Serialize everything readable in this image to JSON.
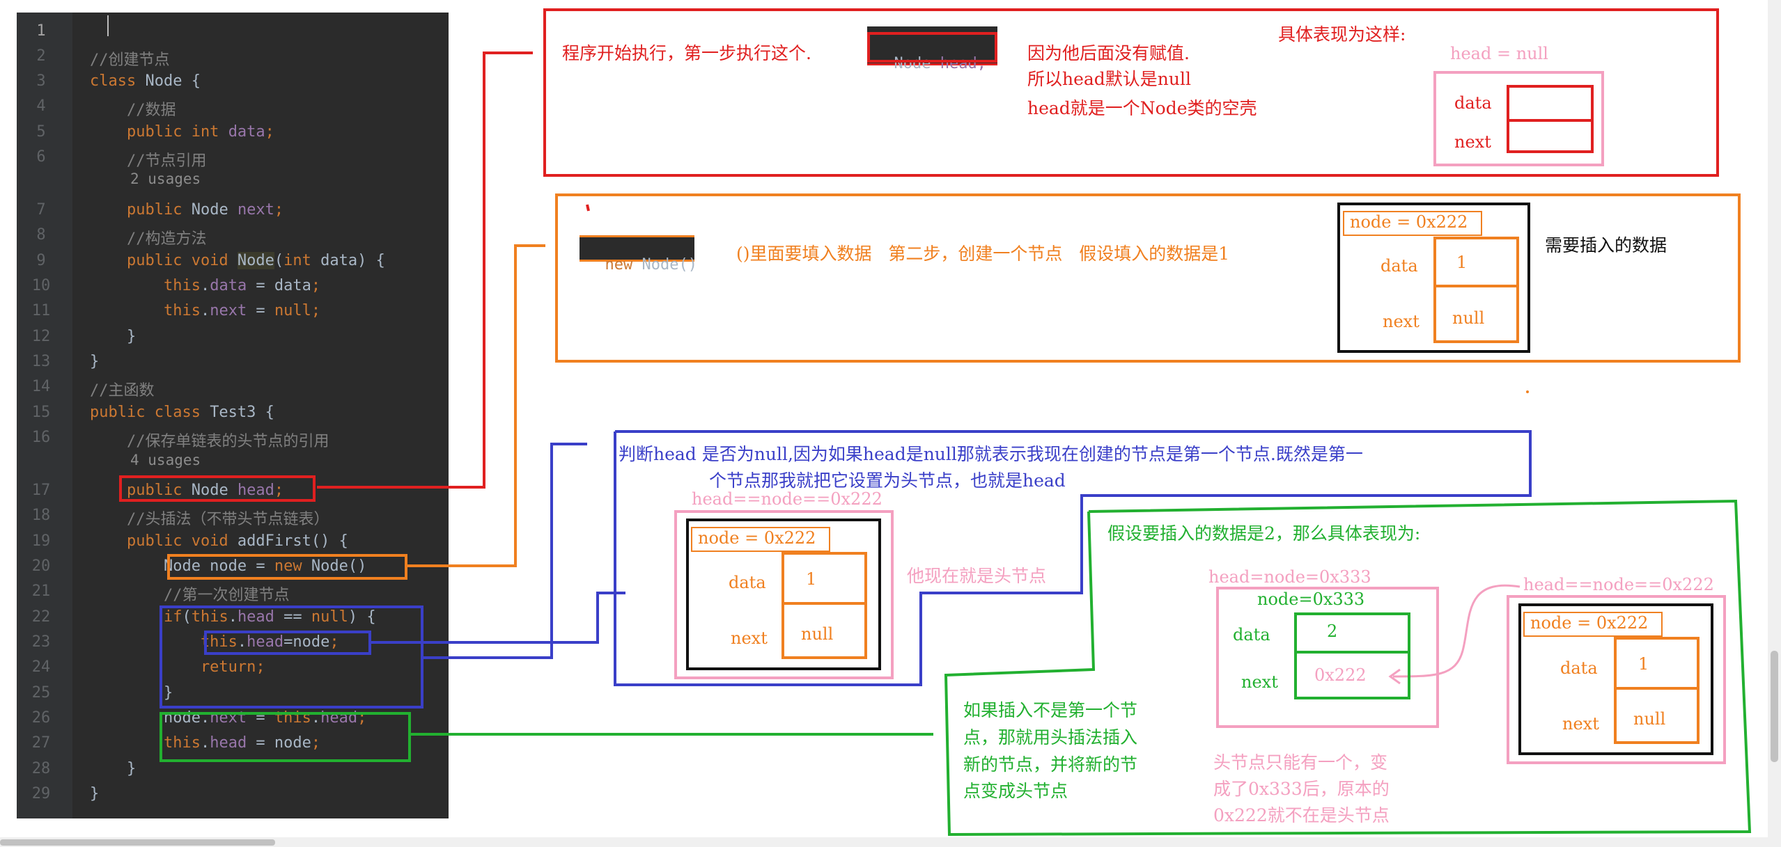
{
  "code_lines": [
    {
      "n": "1",
      "segs": []
    },
    {
      "n": "2",
      "segs": [
        {
          "t": "//创建节点",
          "c": "cm"
        }
      ]
    },
    {
      "n": "3",
      "segs": [
        {
          "t": "class ",
          "c": "kw"
        },
        {
          "t": "Node {",
          "c": ""
        }
      ]
    },
    {
      "n": "4",
      "segs": [
        {
          "t": "    //数据",
          "c": "cm"
        }
      ]
    },
    {
      "n": "5",
      "segs": [
        {
          "t": "    public int ",
          "c": "kw"
        },
        {
          "t": "data",
          "c": "fd"
        },
        {
          "t": ";",
          "c": "kw"
        }
      ]
    },
    {
      "n": "6",
      "segs": [
        {
          "t": "    //节点引用",
          "c": "cm"
        }
      ]
    },
    {
      "n": "7",
      "segs": [
        {
          "t": "    public ",
          "c": "kw"
        },
        {
          "t": "Node ",
          "c": ""
        },
        {
          "t": "next",
          "c": "fd"
        },
        {
          "t": ";",
          "c": "kw"
        }
      ]
    },
    {
      "n": "8",
      "segs": [
        {
          "t": "    //构造方法",
          "c": "cm"
        }
      ]
    },
    {
      "n": "9",
      "segs": [
        {
          "t": "    public void ",
          "c": "kw"
        },
        {
          "t": "Node",
          "c": "hl"
        },
        {
          "t": "(",
          "c": ""
        },
        {
          "t": "int ",
          "c": "kw"
        },
        {
          "t": "data) {",
          "c": ""
        }
      ]
    },
    {
      "n": "10",
      "segs": [
        {
          "t": "        this",
          "c": "kw"
        },
        {
          "t": ".",
          "c": ""
        },
        {
          "t": "data",
          "c": "fd"
        },
        {
          "t": " = data",
          "c": ""
        },
        {
          "t": ";",
          "c": "kw"
        }
      ]
    },
    {
      "n": "11",
      "segs": [
        {
          "t": "        this",
          "c": "kw"
        },
        {
          "t": ".",
          "c": ""
        },
        {
          "t": "next",
          "c": "fd"
        },
        {
          "t": " = ",
          "c": ""
        },
        {
          "t": "null",
          "c": "kw"
        },
        {
          "t": ";",
          "c": "kw"
        }
      ]
    },
    {
      "n": "12",
      "segs": [
        {
          "t": "    }",
          "c": ""
        }
      ]
    },
    {
      "n": "13",
      "segs": [
        {
          "t": "}",
          "c": ""
        }
      ]
    },
    {
      "n": "14",
      "segs": [
        {
          "t": "//主函数",
          "c": "cm"
        }
      ]
    },
    {
      "n": "15",
      "segs": [
        {
          "t": "public class ",
          "c": "kw"
        },
        {
          "t": "Test3 {",
          "c": ""
        }
      ]
    },
    {
      "n": "16",
      "segs": [
        {
          "t": "    //保存单链表的头节点的引用",
          "c": "cm"
        }
      ]
    },
    {
      "n": "17",
      "segs": [
        {
          "t": "    public ",
          "c": "kw"
        },
        {
          "t": "Node ",
          "c": ""
        },
        {
          "t": "head",
          "c": "fd"
        },
        {
          "t": ";",
          "c": "kw"
        }
      ]
    },
    {
      "n": "18",
      "segs": [
        {
          "t": "    //头插法（不带头节点链表）",
          "c": "cm"
        }
      ]
    },
    {
      "n": "19",
      "segs": [
        {
          "t": "    public void ",
          "c": "kw"
        },
        {
          "t": "addFirst() {",
          "c": ""
        }
      ]
    },
    {
      "n": "20",
      "segs": [
        {
          "t": "        Node node = ",
          "c": ""
        },
        {
          "t": "new ",
          "c": "kw"
        },
        {
          "t": "Node()",
          "c": ""
        }
      ]
    },
    {
      "n": "21",
      "segs": [
        {
          "t": "        //第一次创建节点",
          "c": "cm"
        }
      ]
    },
    {
      "n": "22",
      "segs": [
        {
          "t": "        if",
          "c": "kw"
        },
        {
          "t": "(",
          "c": ""
        },
        {
          "t": "this",
          "c": "kw"
        },
        {
          "t": ".",
          "c": ""
        },
        {
          "t": "head",
          "c": "fd"
        },
        {
          "t": " == ",
          "c": ""
        },
        {
          "t": "null",
          "c": "kw"
        },
        {
          "t": ") {",
          "c": ""
        }
      ]
    },
    {
      "n": "23",
      "segs": [
        {
          "t": "            this",
          "c": "kw"
        },
        {
          "t": ".",
          "c": ""
        },
        {
          "t": "head",
          "c": "fd"
        },
        {
          "t": "=node",
          "c": ""
        },
        {
          "t": ";",
          "c": "kw"
        }
      ]
    },
    {
      "n": "24",
      "segs": [
        {
          "t": "            return;",
          "c": "kw"
        }
      ]
    },
    {
      "n": "25",
      "segs": [
        {
          "t": "        }",
          "c": ""
        }
      ]
    },
    {
      "n": "26",
      "segs": [
        {
          "t": "        node.",
          "c": ""
        },
        {
          "t": "next",
          "c": "fd"
        },
        {
          "t": " = ",
          "c": ""
        },
        {
          "t": "this",
          "c": "kw"
        },
        {
          "t": ".",
          "c": ""
        },
        {
          "t": "head",
          "c": "fd"
        },
        {
          "t": ";",
          "c": "kw"
        }
      ]
    },
    {
      "n": "27",
      "segs": [
        {
          "t": "        this",
          "c": "kw"
        },
        {
          "t": ".",
          "c": ""
        },
        {
          "t": "head",
          "c": "fd"
        },
        {
          "t": " = node",
          "c": ""
        },
        {
          "t": ";",
          "c": "kw"
        }
      ]
    },
    {
      "n": "28",
      "segs": [
        {
          "t": "    }",
          "c": ""
        }
      ]
    },
    {
      "n": "29",
      "segs": [
        {
          "t": "}",
          "c": ""
        }
      ]
    }
  ],
  "usage_hints": {
    "next": "2 usages",
    "head": "4 usages"
  },
  "step1": {
    "text": "程序开始执行，第一步执行这个.",
    "code_kw": "Node ",
    "code_field": "head;",
    "explain_1": "因为他后面没有赋值.",
    "explain_2": "所以head默认是null",
    "explain_3": "head就是一个Node类的空壳",
    "title": "具体表现为这样:",
    "head_label": "head = null",
    "data_label": "data",
    "next_label": "next"
  },
  "step2": {
    "code_kw": "new ",
    "code_rest": "Node()",
    "text": "()里面要填入数据   第二步，创建一个节点   假设填入的数据是1",
    "node_label": "node = 0x222",
    "data_label": "data",
    "data_value": "1",
    "next_label": "next",
    "next_value": "null",
    "side_note": "需要插入的数据"
  },
  "step3": {
    "text_line1": "判断head 是否为null,因为如果head是null那就表示我现在创建的节点是第一个节点.既然是第一",
    "text_line2": "个节点那我就把它设置为头节点，也就是head",
    "outer_label": "head==node==0x222",
    "node_label": "node = 0x222",
    "data_label": "data",
    "data_value": "1",
    "next_label": "next",
    "next_value": "null",
    "side_note": "他现在就是头节点"
  },
  "step4": {
    "title": "假设要插入的数据是2，那么具体表现为:",
    "explain_1": "如果插入不是第一个节",
    "explain_2": "点，那就用头插法插入",
    "explain_3": "新的节点，并将新的节",
    "explain_4": "点变成头节点",
    "new_head_label": "head=node=0x333",
    "new_node_label": "node=0x333",
    "new_data_label": "data",
    "new_data_value": "2",
    "new_next_label": "next",
    "new_next_value": "0x222",
    "old_head_label": "head==node==0x222",
    "old_node_label": "node = 0x222",
    "old_data_label": "data",
    "old_data_value": "1",
    "old_next_label": "next",
    "old_next_value": "null",
    "note_1": "头节点只能有一个，变",
    "note_2": "成了0x333后，原本的",
    "note_3": "0x222就不在是头节点"
  },
  "colors": {
    "red": "#e02020",
    "orange": "#f08020",
    "blue": "#3a3fc8",
    "green": "#22b030",
    "pink": "#f4a0c0",
    "black": "#111111"
  }
}
